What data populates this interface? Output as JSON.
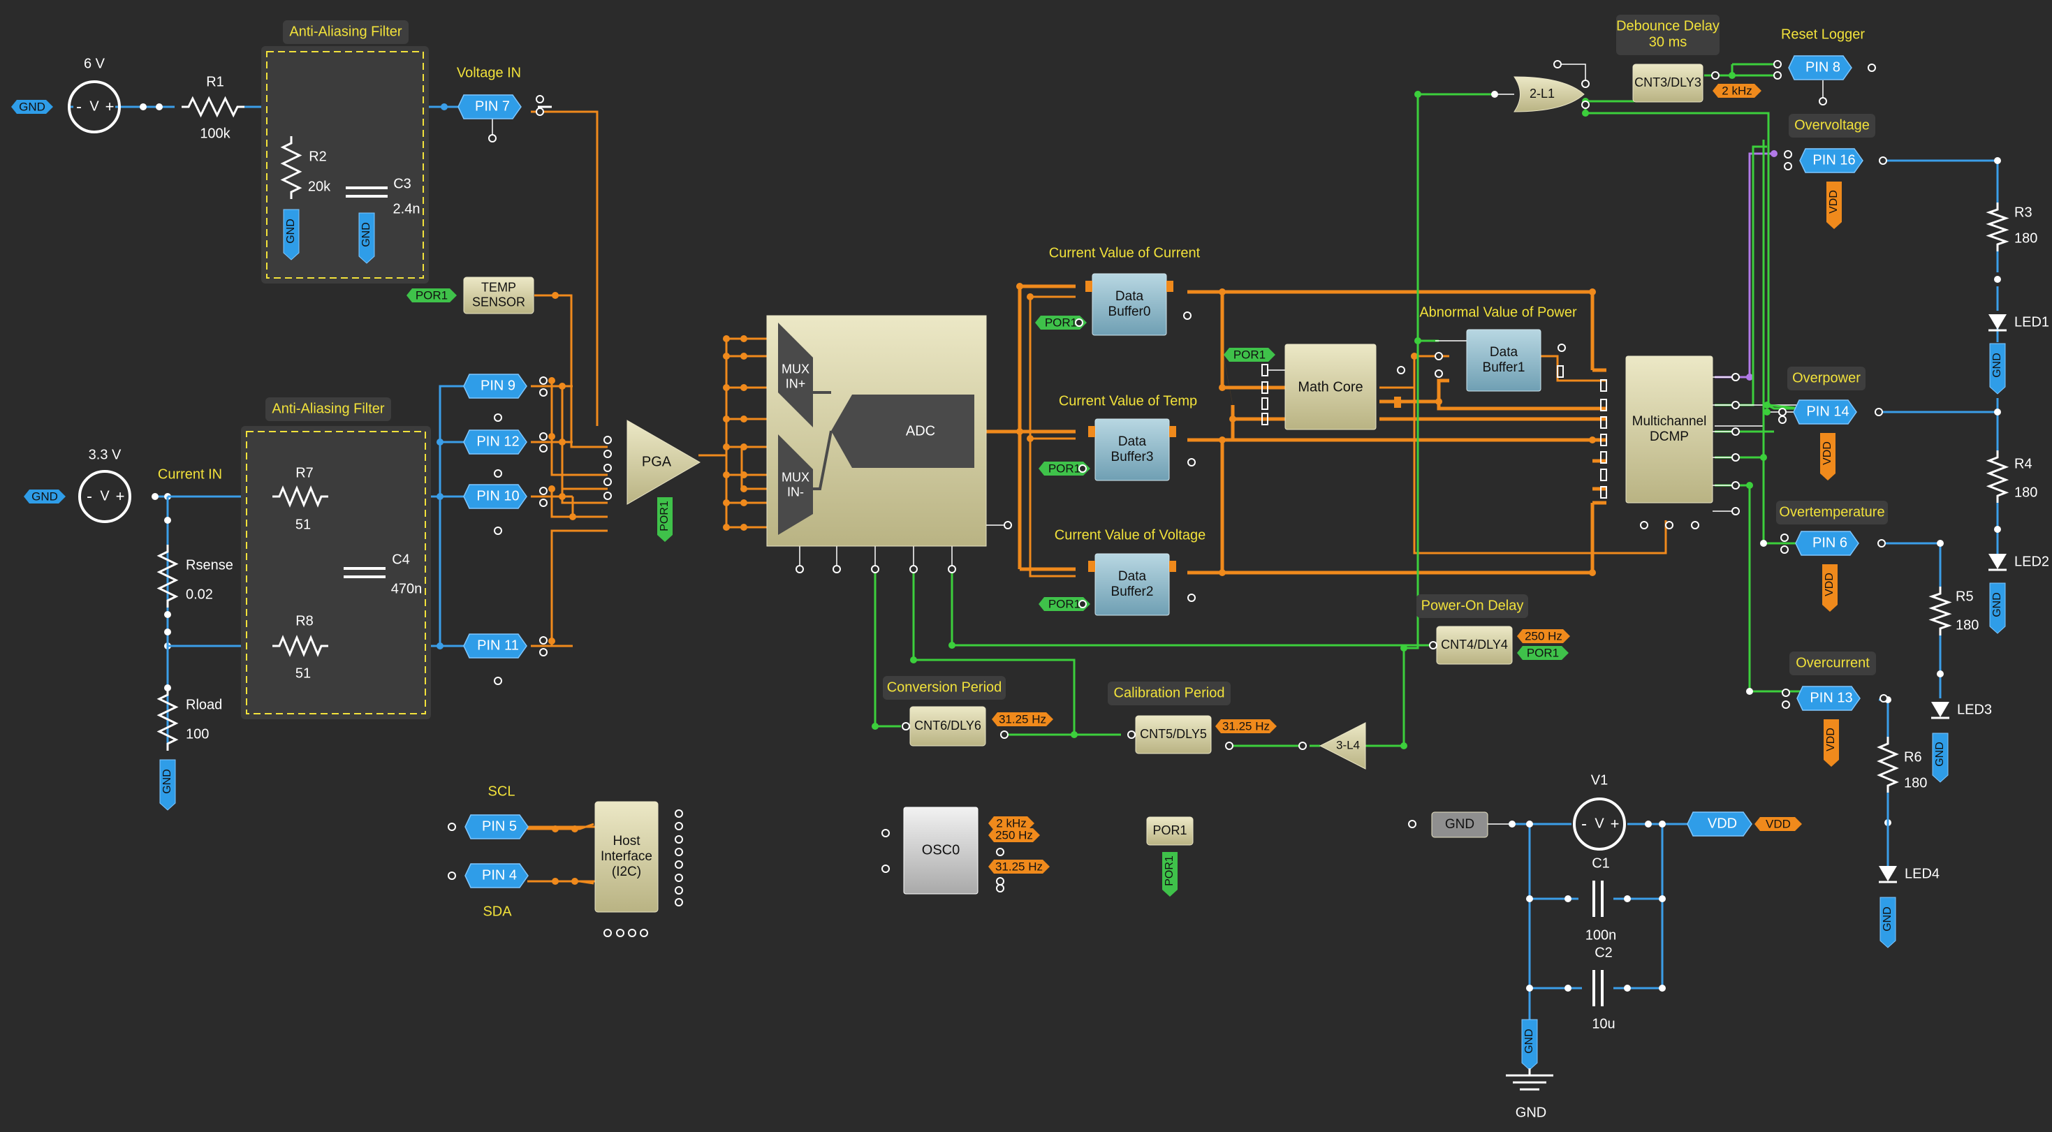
{
  "colors": {
    "background": "#2b2b2b",
    "wire_blue": "#3b9ee8",
    "wire_orange": "#f08a1c",
    "wire_green": "#3ccf3c",
    "wire_purple": "#b27ae8",
    "pin_blue": "#2f9de8",
    "por_green": "#3fc24a",
    "label_yellow": "#f2e23b",
    "block_tan": "#cdc79a",
    "buffer_blue": "#8fb8c8",
    "filter_box": "#3c3c3c",
    "note_bg": "#3e3e3e"
  },
  "title_labels": {
    "aaf_top": "Anti-Aliasing Filter",
    "aaf_bottom": "Anti-Aliasing Filter",
    "voltage_in": "Voltage IN",
    "current_in": "Current IN",
    "scl": "SCL",
    "sda": "SDA",
    "cur_current": "Current Value of Current",
    "cur_temp": "Current Value of Temp",
    "cur_voltage": "Current Value of Voltage",
    "abn_power": "Abnormal Value of Power",
    "debounce": "Debounce Delay\n30 ms",
    "reset_logger": "Reset Logger",
    "overvoltage": "Overvoltage",
    "overpower": "Overpower",
    "overtemperature": "Overtemperature",
    "overcurrent": "Overcurrent",
    "power_on_delay": "Power-On Delay",
    "conversion_period": "Conversion Period",
    "calibration_period": "Calibration Period"
  },
  "sources": {
    "v6": {
      "value": "6 V",
      "symbol": "V"
    },
    "v33": {
      "value": "3.3 V",
      "symbol": "V"
    },
    "v1": {
      "value": "V1",
      "symbol": "V"
    }
  },
  "components": {
    "r1": {
      "name": "R1",
      "value": "100k"
    },
    "r2": {
      "name": "R2",
      "value": "20k"
    },
    "c3": {
      "name": "C3",
      "value": "2.4n"
    },
    "r7": {
      "name": "R7",
      "value": "51"
    },
    "r8": {
      "name": "R8",
      "value": "51"
    },
    "c4": {
      "name": "C4",
      "value": "470n"
    },
    "rsense": {
      "name": "Rsense",
      "value": "0.02"
    },
    "rload": {
      "name": "Rload",
      "value": "100"
    },
    "r3": {
      "name": "R3",
      "value": "180"
    },
    "r4": {
      "name": "R4",
      "value": "180"
    },
    "r5": {
      "name": "R5",
      "value": "180"
    },
    "r6": {
      "name": "R6",
      "value": "180"
    },
    "c1": {
      "name": "C1",
      "value": "100n"
    },
    "c2": {
      "name": "C2",
      "value": "10u"
    },
    "led1": "LED1",
    "led2": "LED2",
    "led3": "LED3",
    "led4": "LED4"
  },
  "pins": {
    "pin7": "PIN 7",
    "pin9": "PIN 9",
    "pin12": "PIN 12",
    "pin10": "PIN 10",
    "pin11": "PIN 11",
    "pin5": "PIN 5",
    "pin4": "PIN 4",
    "pin8": "PIN 8",
    "pin16": "PIN 16",
    "pin14": "PIN 14",
    "pin6": "PIN 6",
    "pin13": "PIN 13",
    "vdd_pin": "VDD"
  },
  "tags": {
    "gnd": "GND",
    "vdd": "VDD",
    "por1": "POR1",
    "f2k": "2 kHz",
    "f250": "250 Hz",
    "f3125": "31.25 Hz"
  },
  "blocks": {
    "temp_sensor": "TEMP\nSENSOR",
    "pga": "PGA",
    "mux_p": "MUX\nIN+",
    "mux_n": "MUX\nIN-",
    "adc": "ADC",
    "buffer0": "Data\nBuffer0",
    "buffer3": "Data\nBuffer3",
    "buffer2": "Data\nBuffer2",
    "buffer1": "Data\nBuffer1",
    "math_core": "Math Core",
    "dcmp": "Multichannel\nDCMP",
    "or_gate": "2-L1",
    "cnt3": "CNT3/DLY3",
    "cnt4": "CNT4/DLY4",
    "cnt6": "CNT6/DLY6",
    "cnt5": "CNT5/DLY5",
    "buf_l4": "3-L4",
    "osc0": "OSC0",
    "i2c": "Host\nInterface\n(I2C)",
    "por_block": "POR1",
    "gnd_block": "GND",
    "gnd_bottom": "GND"
  }
}
